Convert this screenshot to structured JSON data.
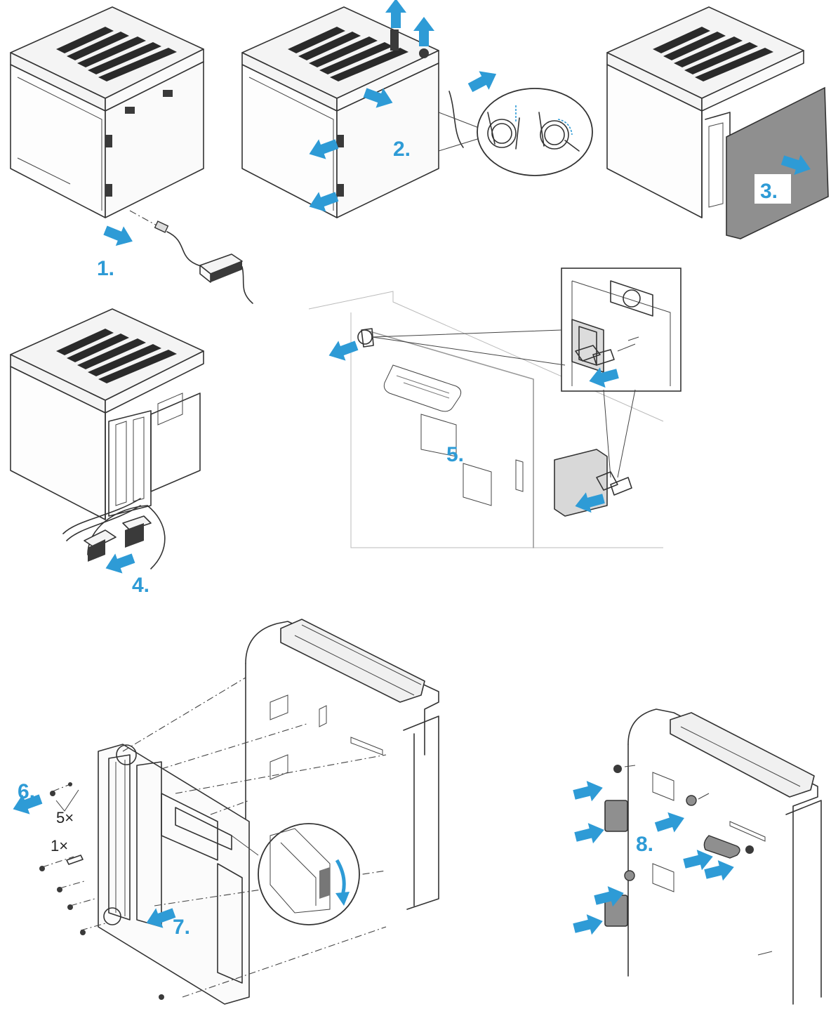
{
  "steps": [
    {
      "label": "1."
    },
    {
      "label": "2."
    },
    {
      "label": "3."
    },
    {
      "label": "4."
    },
    {
      "label": "5."
    },
    {
      "label": "6."
    },
    {
      "label": "7."
    },
    {
      "label": "8."
    }
  ],
  "quantities": {
    "screws": "5×",
    "pin": "1×"
  },
  "colors": {
    "arrow": "#2e9bd6",
    "line": "#333333",
    "panel": "#8f8f8f"
  }
}
